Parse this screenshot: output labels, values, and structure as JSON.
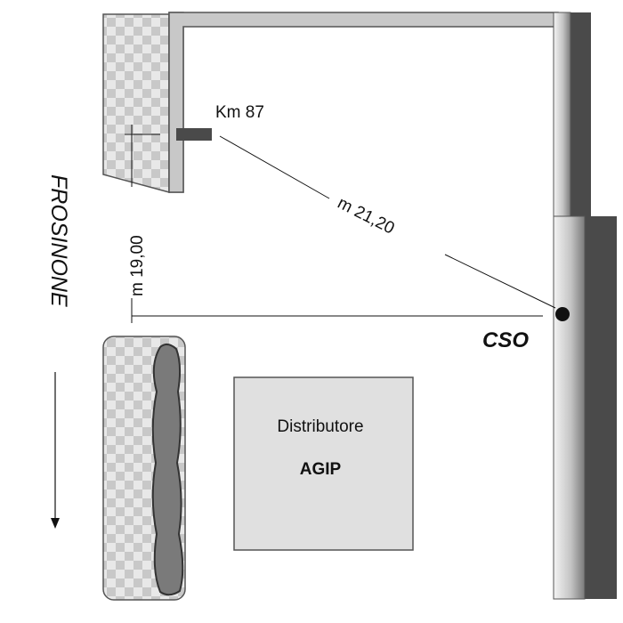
{
  "labels": {
    "km": "Km 87",
    "diagonal_distance": "m 21,20",
    "vertical_distance": "m 19,00",
    "direction": "FROSINONE",
    "point": "CSO",
    "station_name": "Distributore",
    "station_brand": "AGIP"
  },
  "colors": {
    "checker_light": "#e8e8e8",
    "checker_dark": "#c8c8c8",
    "road_frame": "#c8c8c8",
    "road_outline": "#555555",
    "wall_dark": "#4a4a4a",
    "hedge": "#7a7a7a",
    "station_fill": "#e0e0e0",
    "line": "#111111"
  }
}
